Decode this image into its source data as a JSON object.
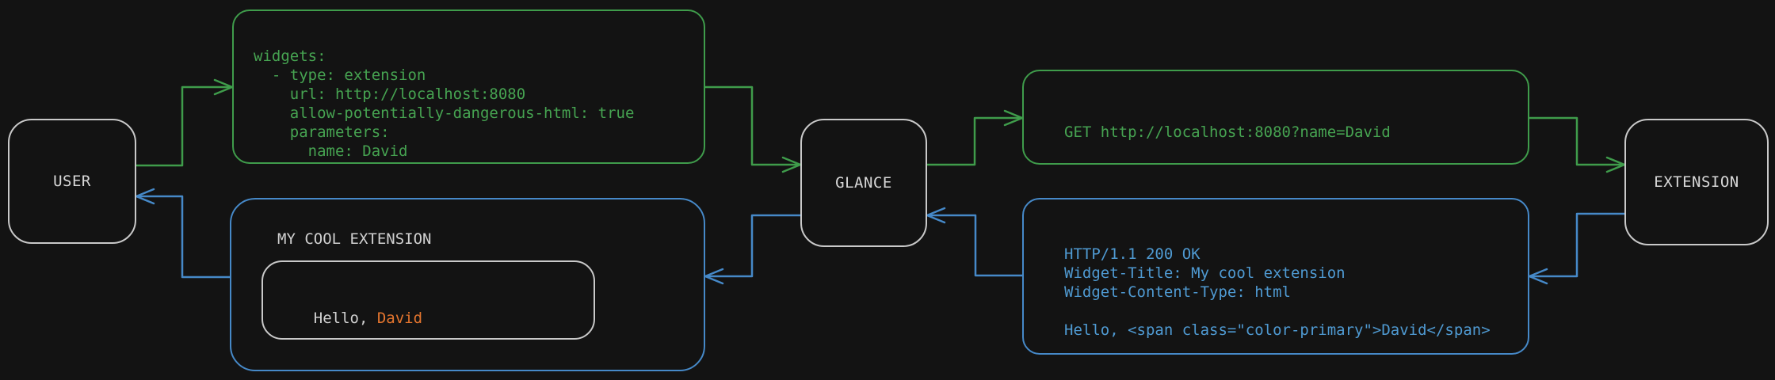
{
  "diagram": {
    "background": "#131313",
    "accent_green": "#3f9c4b",
    "accent_blue": "#4689c8",
    "accent_orange": "#e4752e",
    "node_border": "#c9c9c9"
  },
  "nodes": {
    "user": {
      "label": "USER"
    },
    "glance": {
      "label": "GLANCE"
    },
    "extension": {
      "label": "EXTENSION"
    }
  },
  "config_snippet": {
    "lines": [
      "widgets:",
      "  - type: extension",
      "    url: http://localhost:8080",
      "    allow-potentially-dangerous-html: true",
      "    parameters:",
      "      name: David"
    ]
  },
  "request_snippet": {
    "text": "GET http://localhost:8080?name=David"
  },
  "response_snippet": {
    "lines": [
      "HTTP/1.1 200 OK",
      "Widget-Title: My cool extension",
      "Widget-Content-Type: html",
      "",
      "Hello, <span class=\"color-primary\">David</span>"
    ]
  },
  "widget_preview": {
    "title": "MY COOL EXTENSION",
    "greeting_prefix": "Hello, ",
    "greeting_name": "David"
  }
}
